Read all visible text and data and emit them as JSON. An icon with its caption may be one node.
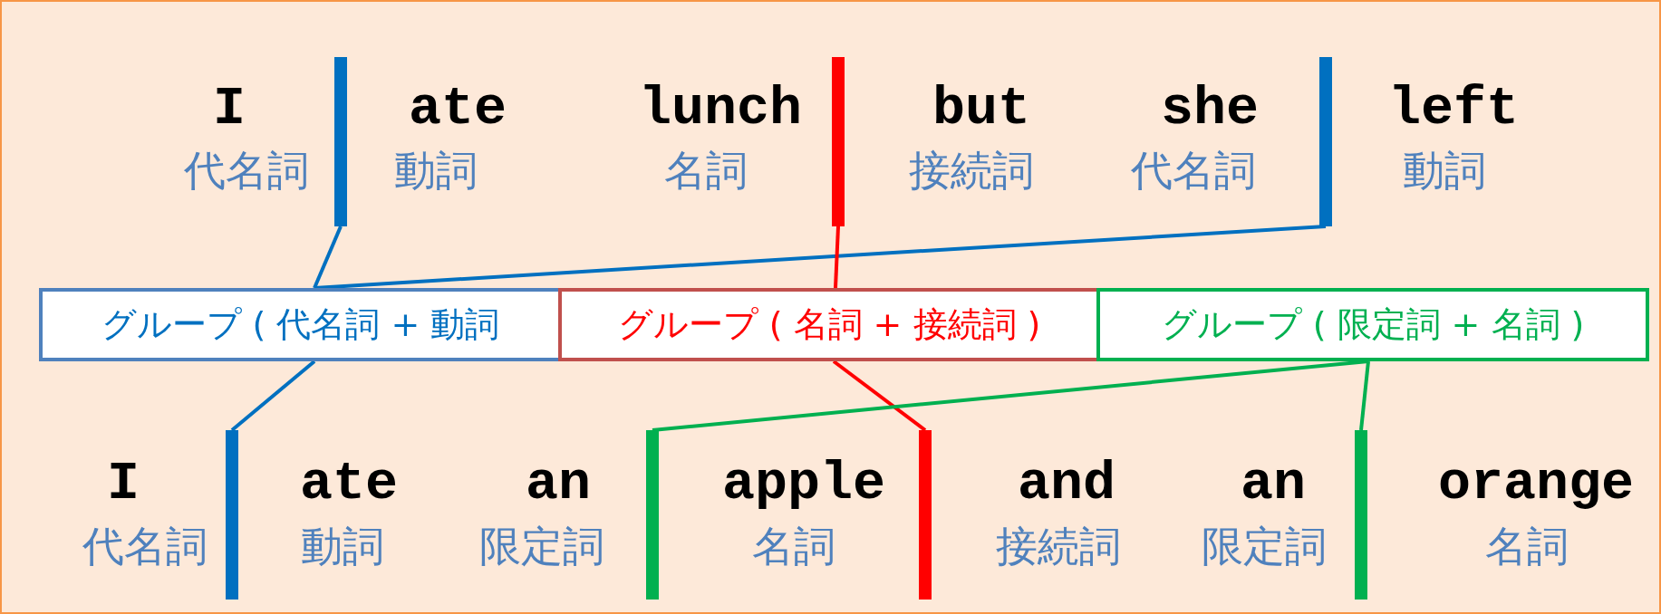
{
  "diagram": {
    "nodes": [
      {
        "text": [],
        "shape": "bar"
      },
      {
        "text": [],
        "shape": "bar"
      },
      {
        "text": [],
        "shape": "bar"
      },
      {
        "text": [
          "グループ ( 代名詞 + 動詞"
        ]
      },
      {
        "text": [
          "グループ ( 名詞 + 接続詞 )"
        ]
      },
      {
        "text": [
          "グループ ( 限定詞 + 名詞 )"
        ]
      },
      {
        "text": [],
        "shape": "bar"
      },
      {
        "text": [],
        "shape": "bar"
      },
      {
        "text": [],
        "shape": "bar"
      },
      {
        "text": [],
        "shape": "bar"
      }
    ],
    "edges": [
      {
        "from": 0,
        "to": 3,
        "arrow": "none",
        "color": "#0070c0"
      },
      {
        "from": 2,
        "to": 3,
        "arrow": "none",
        "color": "#0070c0"
      },
      {
        "from": 1,
        "to": 4,
        "arrow": "none",
        "color": "#ff0000"
      },
      {
        "from": 3,
        "to": 6,
        "arrow": "none",
        "color": "#0070c0"
      },
      {
        "from": 4,
        "to": 8,
        "arrow": "none",
        "color": "#ff0000"
      },
      {
        "from": 5,
        "to": 7,
        "arrow": "none",
        "color": "#00b050"
      },
      {
        "from": 5,
        "to": 9,
        "arrow": "none",
        "color": "#00b050"
      }
    ],
    "labels": [
      "I",
      "代名詞",
      "ate",
      "動詞",
      "lunch",
      "名詞",
      "but",
      "接続詞",
      "she",
      "代名詞",
      "left",
      "動詞",
      "I",
      "代名詞",
      "ate",
      "動詞",
      "an",
      "限定詞",
      "apple",
      "名詞",
      "and",
      "接続詞",
      "an",
      "限定詞",
      "orange",
      "名詞"
    ]
  }
}
